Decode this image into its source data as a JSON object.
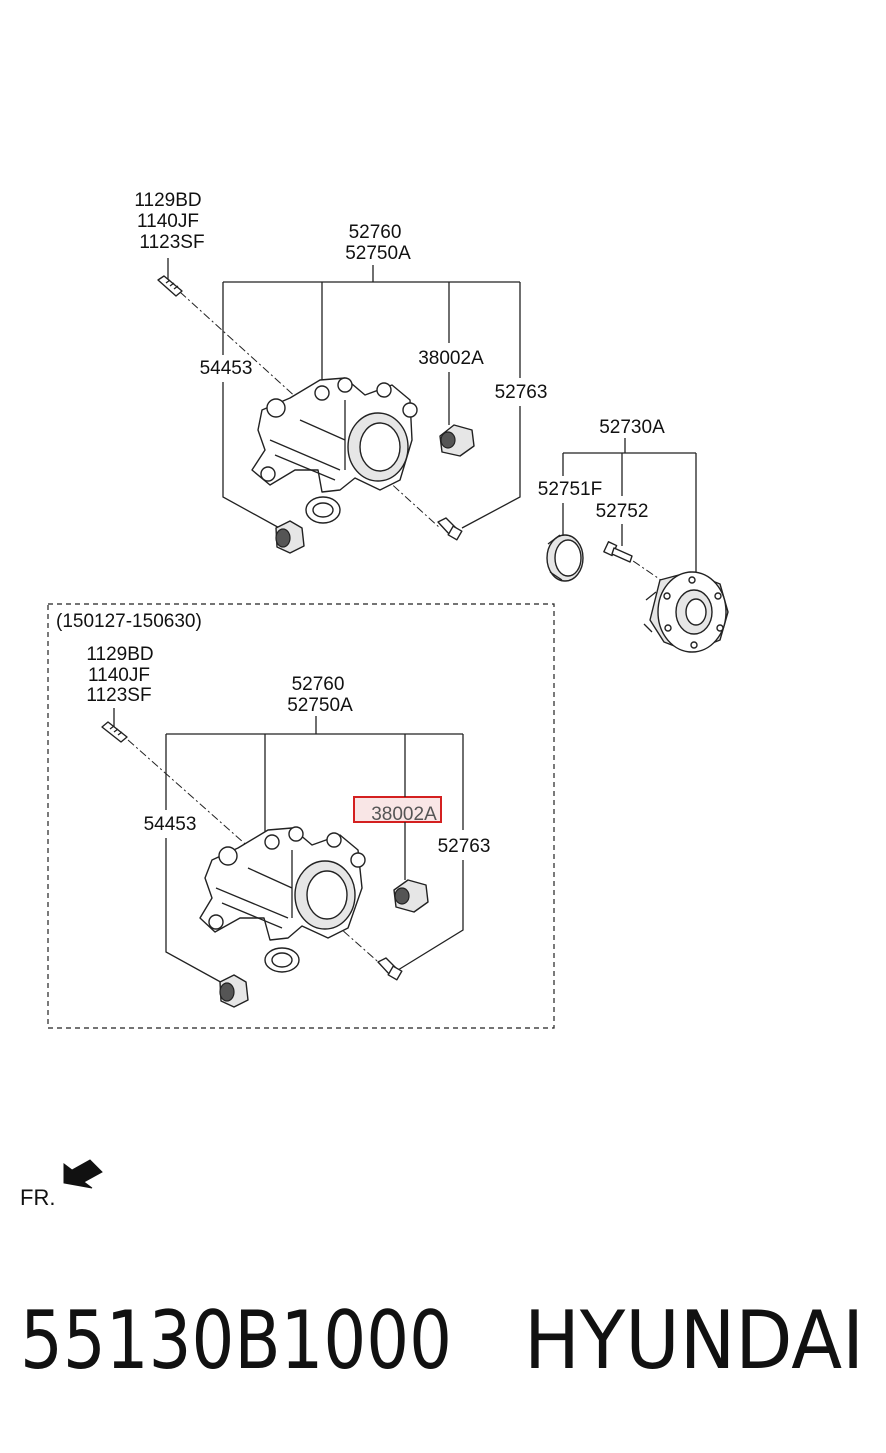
{
  "upper_group": {
    "bolt_labels": [
      "1129BD",
      "1140JF",
      "1123SF"
    ],
    "knuckle_labels": [
      "52760",
      "52750A"
    ],
    "bushing_left_label": "54453",
    "bushing_right_label": "38002A",
    "bolt_right_label": "52763"
  },
  "hub_group": {
    "assembly_label": "52730A",
    "cap_label": "52751F",
    "stud_label": "52752"
  },
  "lower_group": {
    "date_range": "(150127-150630)",
    "bolt_labels": [
      "1129BD",
      "1140JF",
      "1123SF"
    ],
    "knuckle_labels": [
      "52760",
      "52750A"
    ],
    "bushing_left_label": "54453",
    "bushing_right_label": "38002A",
    "bolt_right_label": "52763",
    "highlight_color": "#d42020"
  },
  "direction_label": "FR.",
  "footer": {
    "part_number": "55130B1000",
    "brand": "HYUNDAI"
  }
}
